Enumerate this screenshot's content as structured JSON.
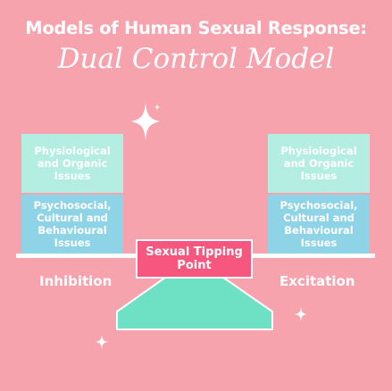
{
  "header": {
    "title": "Models of Human Sexual Response:",
    "subtitle": "Dual Control Model"
  },
  "left_side": {
    "top_box": "Physiological and Organic Issues",
    "bottom_box": "Psychosocial, Cultural and Behavioural Issues",
    "label": "Inhibition"
  },
  "right_side": {
    "top_box": "Physiological and Organic Issues",
    "bottom_box": "Psychosocial, Cultural and Behavioural Issues",
    "label": "Excitation"
  },
  "center": {
    "label": "Sexual Tipping Point"
  },
  "colors": {
    "background": "#f7a3ae",
    "top_box": "#b4ede1",
    "bottom_box": "#8fd4e6",
    "tipping_point": "#f7577f",
    "fulcrum": "#6ee0c4",
    "text": "#ffffff"
  },
  "icons": [
    "sparkle-icon"
  ]
}
